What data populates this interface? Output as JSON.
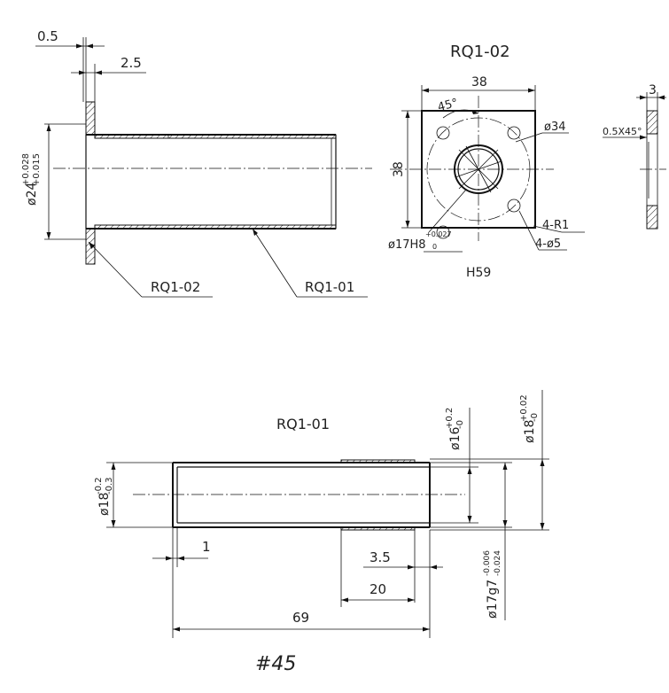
{
  "top_left": {
    "dim_0_5": "0.5",
    "dim_2_5": "2.5",
    "dia_24_base": "ø24",
    "dia_24_upper": "+0.028",
    "dia_24_lower": "+0.015",
    "leader_rq102": "RQ1-02",
    "leader_rq101": "RQ1-01"
  },
  "top_right": {
    "title": "RQ1-02",
    "dim_38_w": "38",
    "dim_38_h": "38",
    "angle_45": "45°",
    "dia_34": "ø34",
    "hole_17_base": "ø17H8",
    "hole_17_upper": "+0.027",
    "hole_17_lower": "0",
    "radius": "4-R1",
    "holes": "4-ø5",
    "hardness": "H59"
  },
  "side_view": {
    "dim_3": "3",
    "chamfer": "0.5X45°"
  },
  "bottom": {
    "title": "RQ1-01",
    "dia_16_base": "ø16",
    "dia_16_upper": "+0.2",
    "dia_16_lower": "-0",
    "dia_18r_base": "ø18",
    "dia_18r_upper": "+0.02",
    "dia_18r_lower": "-0",
    "dia_18l_base": "ø18",
    "dia_18l_upper": "-0.2",
    "dia_18l_lower": "-0.3",
    "dia_17g7_base": "ø17g7",
    "dia_17g7_upper": "-0.006",
    "dia_17g7_lower": "-0.024",
    "dim_1": "1",
    "dim_3_5": "3.5",
    "dim_20": "20",
    "dim_69": "69",
    "material": "#45"
  }
}
